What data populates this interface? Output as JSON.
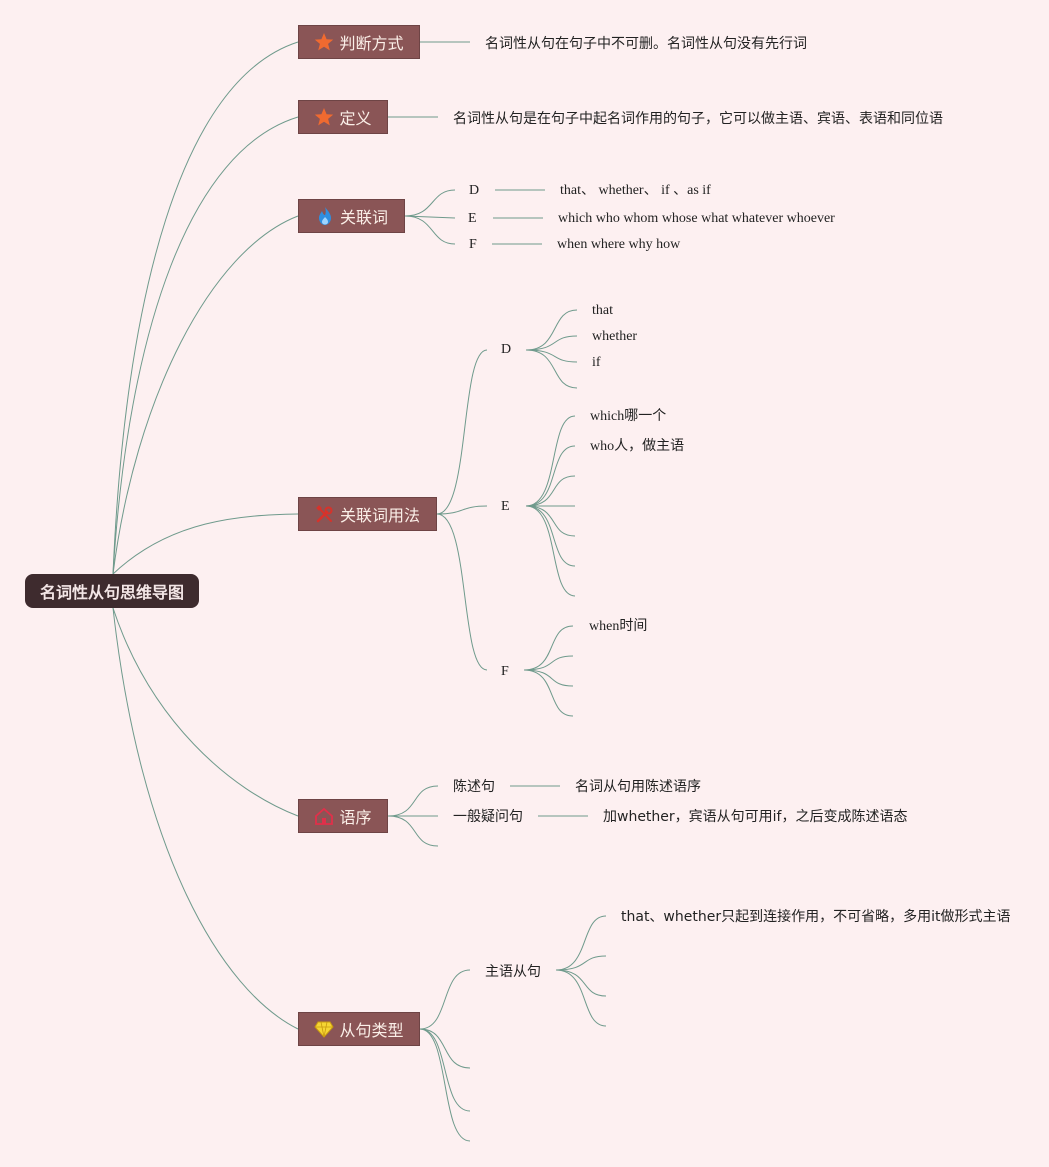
{
  "root": {
    "label": "名词性从句思维导图"
  },
  "topics": {
    "judge": {
      "label": "判断方式",
      "icon": "star-icon",
      "note": "名词性从句在句子中不可删。名词性从句没有先行词"
    },
    "definition": {
      "label": "定义",
      "icon": "star-icon",
      "note": "名词性从句是在句子中起名词作用的句子，它可以做主语、宾语、表语和同位语"
    },
    "connectives": {
      "label": "关联词",
      "icon": "flame-icon",
      "items": [
        {
          "key": "D",
          "value": "that、 whether、 if 、as if"
        },
        {
          "key": "E",
          "value": "which who whom whose what whatever whoever"
        },
        {
          "key": "F",
          "value": "when where why how"
        }
      ]
    },
    "usage": {
      "label": "关联词用法",
      "icon": "tools-icon",
      "groups": [
        {
          "key": "D",
          "children": [
            "that",
            "whether",
            "if"
          ]
        },
        {
          "key": "E",
          "children": [
            "which哪一个",
            "who人，做主语"
          ]
        },
        {
          "key": "F",
          "children": [
            "when时间"
          ]
        }
      ]
    },
    "word_order": {
      "label": "语序",
      "icon": "home-icon",
      "items": [
        {
          "key": "陈述句",
          "value": "名词从句用陈述语序"
        },
        {
          "key": "一般疑问句",
          "value": "加whether，宾语从句可用if，之后变成陈述语态"
        }
      ]
    },
    "clause_types": {
      "label": "从句类型",
      "icon": "diamond-icon",
      "items": [
        {
          "key": "主语从句",
          "children": [
            "that、whether只起到连接作用，不可省略，多用it做形式主语"
          ]
        }
      ]
    }
  },
  "colors": {
    "background": "#fdf0f1",
    "root": "#3e2b2e",
    "topic": "#8a5556",
    "link": "#6f9a8c"
  }
}
